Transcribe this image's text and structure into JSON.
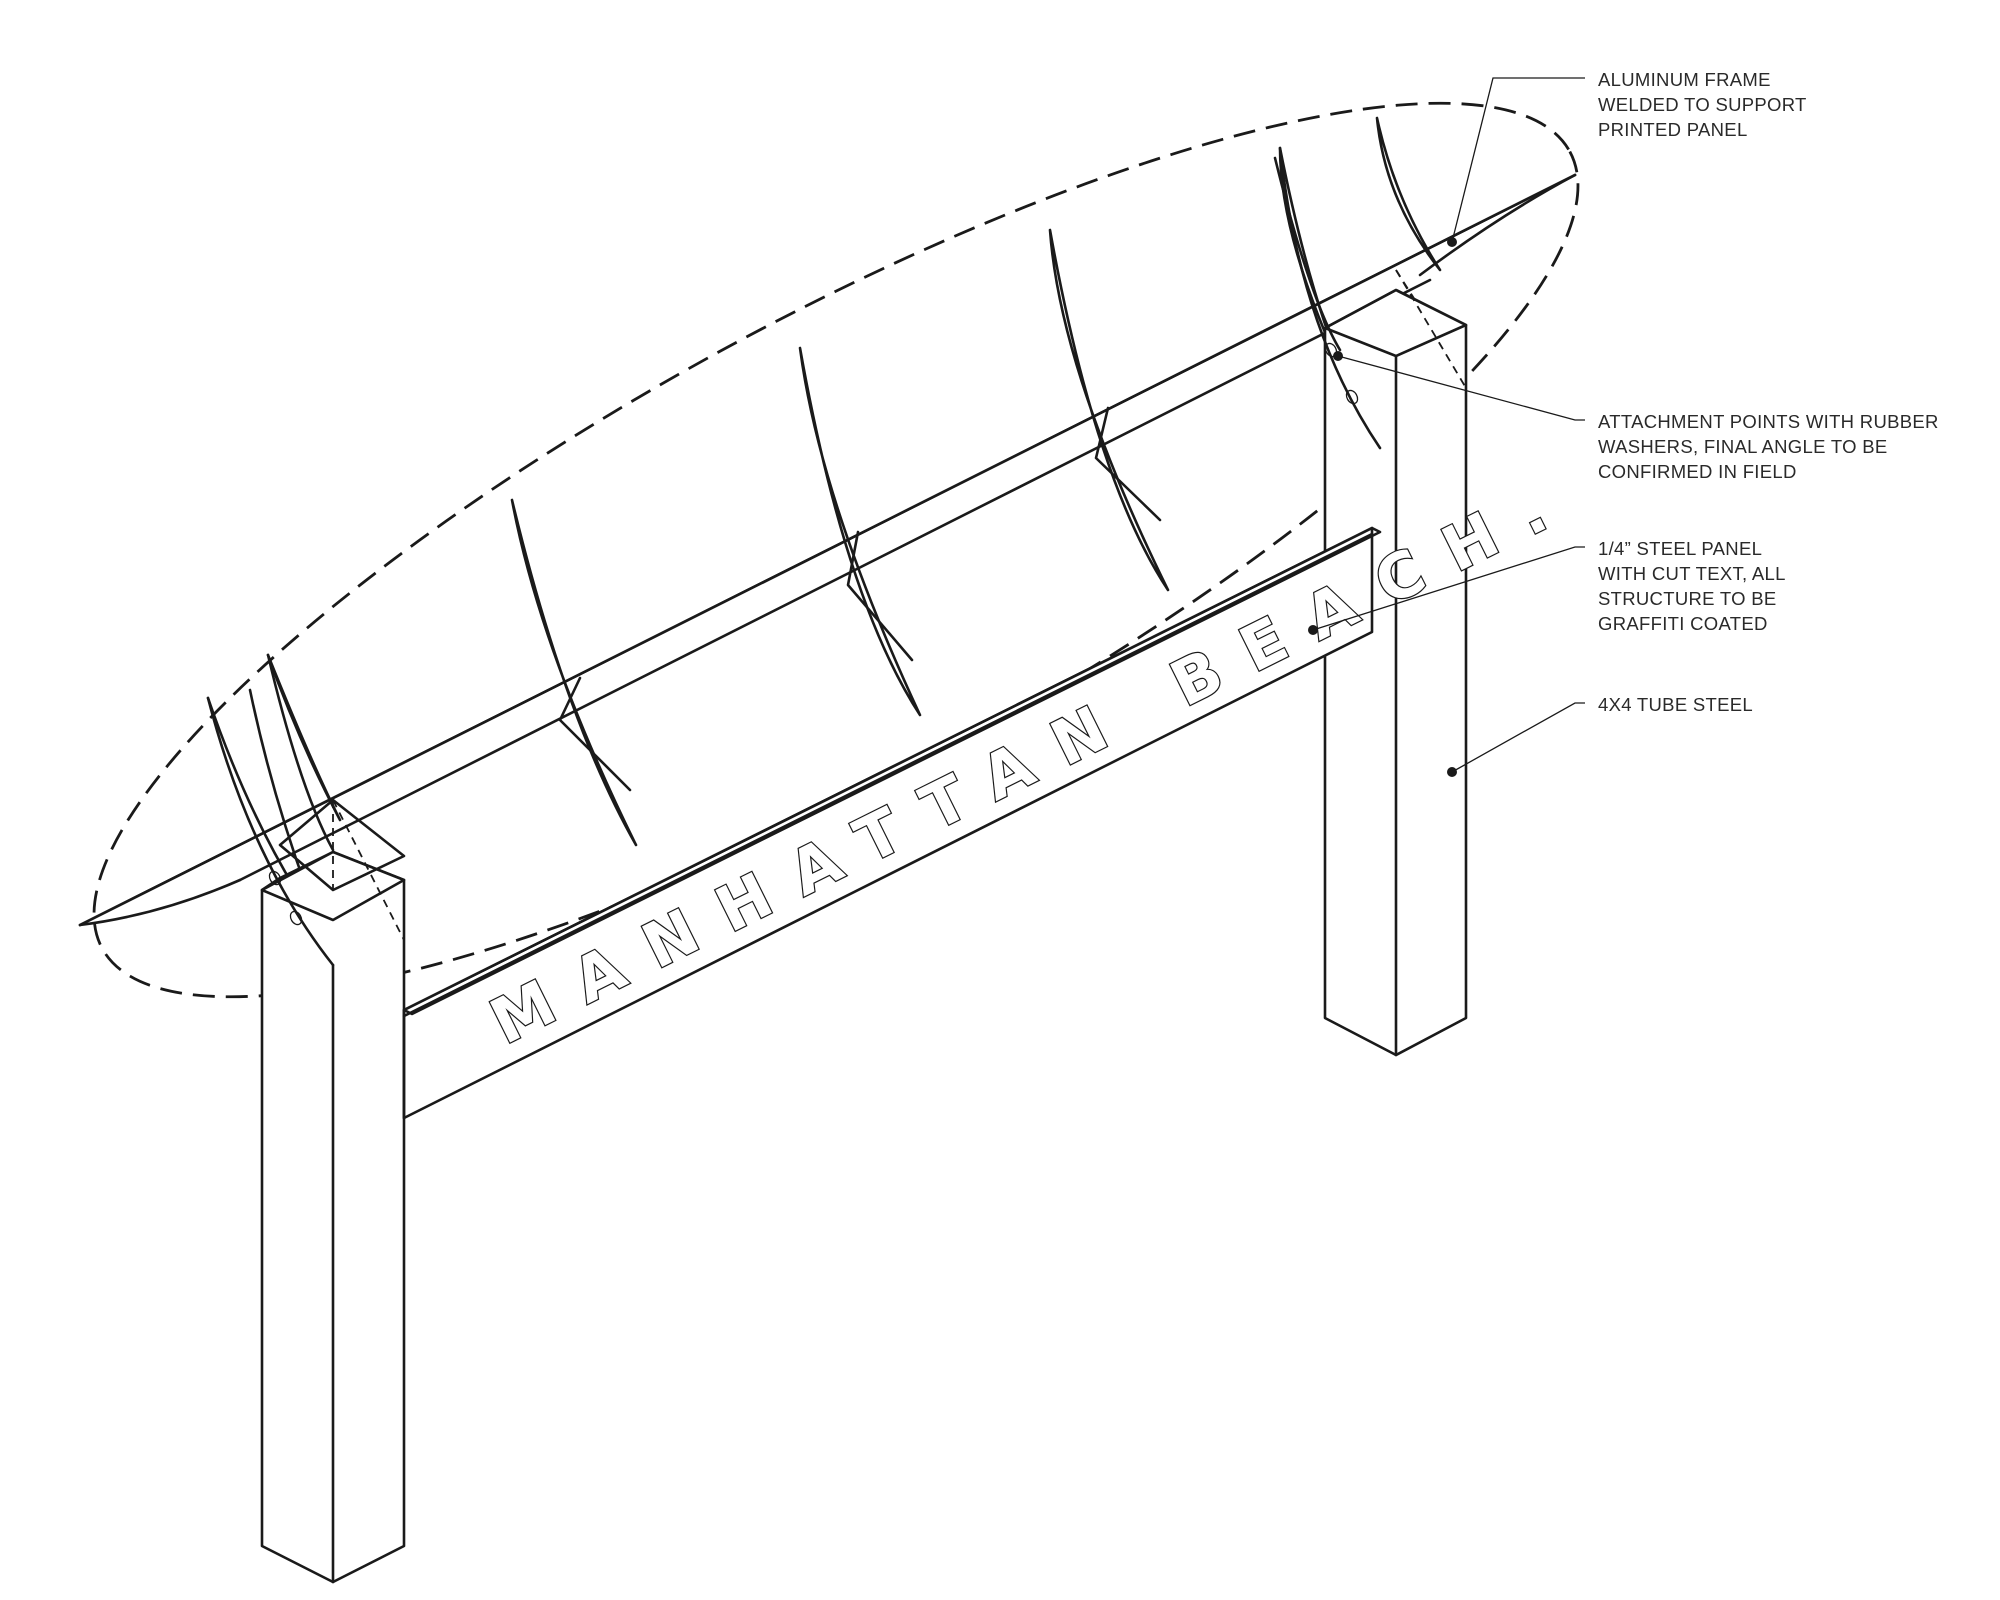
{
  "notes": {
    "aluminum_frame": {
      "line1": "ALUMINUM FRAME",
      "line2": "WELDED TO SUPPORT",
      "line3": "PRINTED PANEL"
    },
    "attachment_points": {
      "line1": "ATTACHMENT POINTS WITH RUBBER",
      "line2": "WASHERS, FINAL ANGLE TO BE",
      "line3": "CONFIRMED IN FIELD"
    },
    "steel_panel": {
      "line1": "1/4” STEEL PANEL",
      "line2": "WITH CUT TEXT, ALL",
      "line3": "STRUCTURE TO BE",
      "line4": "GRAFFITI COATED"
    },
    "tube_steel": {
      "line1": "4X4 TUBE STEEL"
    }
  },
  "sign": {
    "cut_text": "MANHATTAN BEACH."
  }
}
